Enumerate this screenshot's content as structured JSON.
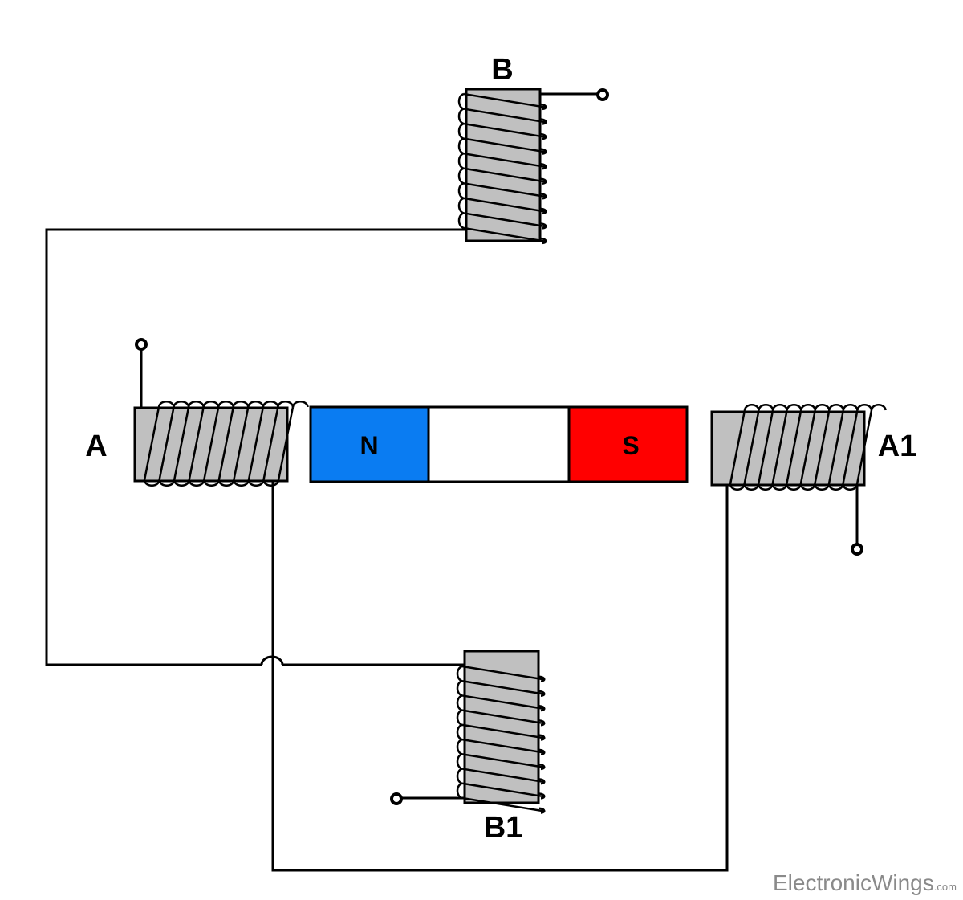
{
  "coils": {
    "b": {
      "label": "B"
    },
    "a": {
      "label": "A"
    },
    "a1": {
      "label": "A1"
    },
    "b1": {
      "label": "B1"
    }
  },
  "magnet": {
    "north_label": "N",
    "south_label": "S",
    "north_color": "#0a7cf2",
    "south_color": "#ff0000",
    "middle_color": "#ffffff"
  },
  "core_color": "#c0c0c0",
  "watermark": {
    "main": "ElectronicWings",
    "suffix": ".com"
  }
}
